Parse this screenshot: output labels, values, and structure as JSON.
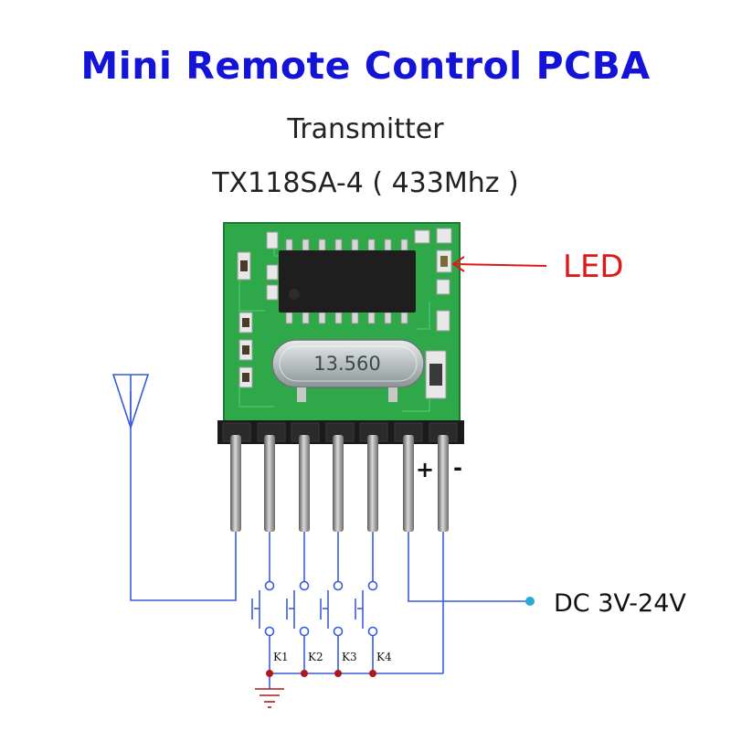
{
  "title": "Mini Remote Control PCBA",
  "subtitle": "Transmitter",
  "model": "TX118SA-4 ( 433Mhz )",
  "labels": {
    "led": "LED",
    "power": "DC 3V-24V",
    "plus": "+",
    "minus": "-",
    "crystal": "13.560"
  },
  "keys": [
    "K1",
    "K2",
    "K3",
    "K4"
  ],
  "colors": {
    "title": "#1414d8",
    "wire": "#3a5bd8",
    "led_label": "#e01818",
    "pcb": "#2fa84a",
    "ground_node": "#b01818",
    "dc_node": "#2aa8d8"
  },
  "icons": [
    "antenna-icon",
    "ground-icon",
    "arrow-icon"
  ]
}
